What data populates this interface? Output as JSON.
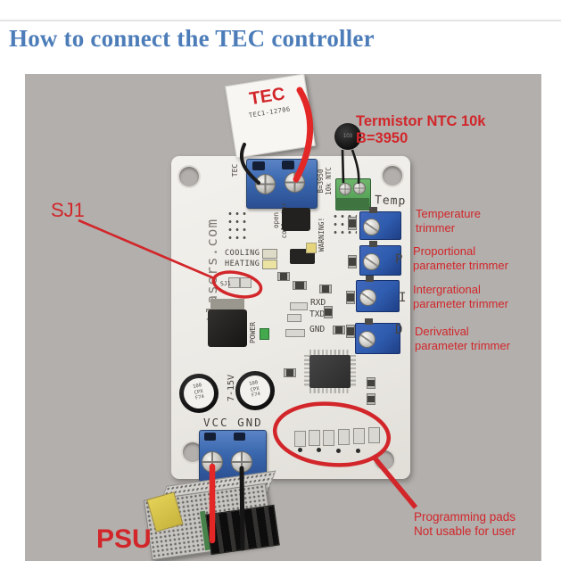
{
  "page": {
    "title": "How to connect the TEC controller"
  },
  "colors": {
    "title_blue": "#4d7db9",
    "annotation_red": "#d2262a",
    "photo_background": "#b2afac",
    "board_white": "#eceae5",
    "terminal_blue": "#3a67ae",
    "terminal_green": "#58a55a",
    "trimmer_blue": "#2f5cae",
    "wire_red": "#e32726",
    "wire_black": "#1a1a1a"
  },
  "photo": {
    "annotations": {
      "tec": "TEC",
      "thermistor": "Termistor NTC 10k B=3950",
      "sj1": "SJ1",
      "psu": "PSU",
      "programming_line1": "Programming pads",
      "programming_line2": "Not usable for user",
      "trimmers": [
        {
          "line1": "Temperature",
          "line2": "trimmer"
        },
        {
          "line1": "Proportional",
          "line2": "parameter trimmer"
        },
        {
          "line1": "Intergrational",
          "line2": "parameter trimmer"
        },
        {
          "line1": "Derivatival",
          "line2": "parameter trimmer"
        }
      ]
    },
    "silkscreen": {
      "brand": "optlasers.com",
      "tec_terminal": "TEC",
      "thermistor_spec_line1": "B=3950",
      "thermistor_spec_line2": "10k NTC",
      "temp": "Temp",
      "trimmer_p": "P",
      "trimmer_i": "I",
      "trimmer_d": "D",
      "cooling": "COOLING",
      "heating": "HEATING",
      "sj1": "SJ1",
      "open_collector_line1": "open",
      "open_collector_line2": "collector",
      "warning": "WARNING!",
      "rxd": "RXD",
      "txd": "TXD",
      "gnd": "GND",
      "power": "POWER",
      "input_voltage": "7-15V",
      "vcc_gnd": "VCC GND"
    },
    "components": {
      "tec_module_marking": "TEC1-12706",
      "thermistor_marking": "103",
      "capacitor_marking_line1": "100",
      "capacitor_marking_line2": "CPX",
      "capacitor_marking_line3": "F74"
    }
  }
}
